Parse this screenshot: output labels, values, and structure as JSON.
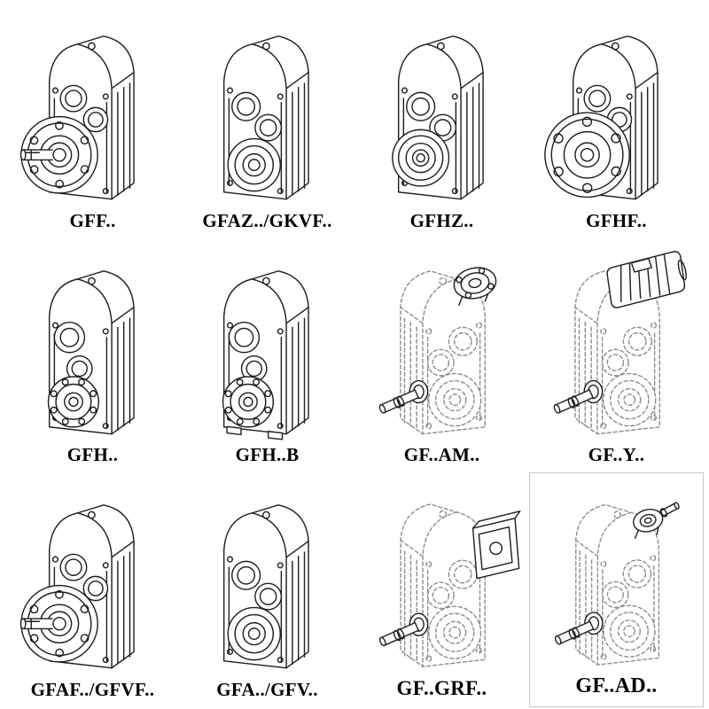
{
  "page": {
    "background": "#ffffff",
    "ink": "#1f1f1f",
    "dashed_ink": "#8d8d8d",
    "cell_border": "#c9c9c9"
  },
  "grid": {
    "items": [
      {
        "label": "GFF..",
        "icon": "gearbox-output-flange-with-shaft-drawing",
        "variant": {
          "view": "left",
          "front": "flange-shaft",
          "top": null,
          "dashed": false,
          "feet": false,
          "shaft": false
        }
      },
      {
        "label": "GFAZ../GKVF..",
        "icon": "gearbox-hollow-output-shaft-drawing",
        "variant": {
          "view": "left",
          "front": "hub",
          "top": null,
          "dashed": false,
          "feet": false,
          "shaft": false
        }
      },
      {
        "label": "GFHZ..",
        "icon": "gearbox-shrink-disc-hollow-shaft-drawing",
        "variant": {
          "view": "left",
          "front": "hub2",
          "top": null,
          "dashed": false,
          "feet": false,
          "shaft": false
        }
      },
      {
        "label": "GFHF..",
        "icon": "gearbox-large-output-flange-drawing",
        "variant": {
          "view": "left",
          "front": "flange",
          "top": null,
          "dashed": false,
          "feet": false,
          "shaft": false
        }
      },
      {
        "label": "GFH..",
        "icon": "gearbox-hollow-shaft-bearing-drawing",
        "variant": {
          "view": "left",
          "front": "bearing",
          "top": null,
          "dashed": false,
          "feet": false,
          "shaft": false
        }
      },
      {
        "label": "GFH..B",
        "icon": "gearbox-hollow-shaft-foot-mount-drawing",
        "variant": {
          "view": "left",
          "front": "bearing",
          "top": null,
          "dashed": false,
          "feet": true,
          "shaft": false
        }
      },
      {
        "label": "GF..AM..",
        "icon": "gearbox-motor-adapter-flange-drawing",
        "variant": {
          "view": "right",
          "front": "hub",
          "top": "adapter-flange",
          "dashed": true,
          "feet": false,
          "shaft": true
        }
      },
      {
        "label": "GF..Y..",
        "icon": "gearbox-with-mounted-motor-drawing",
        "variant": {
          "view": "right",
          "front": "hub",
          "top": "motor",
          "dashed": true,
          "feet": false,
          "shaft": true
        }
      },
      {
        "label": "GFAF../GFVF..",
        "icon": "gearbox-output-flange-with-shaft-drawing",
        "variant": {
          "view": "left",
          "front": "flange-shaft",
          "top": null,
          "dashed": false,
          "feet": false,
          "shaft": false
        }
      },
      {
        "label": "GFA../GFV..",
        "icon": "gearbox-hollow-output-shaft-drawing",
        "variant": {
          "view": "left",
          "front": "hub",
          "top": null,
          "dashed": false,
          "feet": false,
          "shaft": false
        }
      },
      {
        "label": "GF..GRF..",
        "icon": "gearbox-grf-input-housing-drawing",
        "variant": {
          "view": "right",
          "front": "hub",
          "top": "box",
          "dashed": true,
          "feet": false,
          "shaft": true
        }
      },
      {
        "label": "GF..AD..",
        "icon": "gearbox-input-shaft-adapter-drawing",
        "variant": {
          "view": "right",
          "front": "hub",
          "top": "input-shaft",
          "dashed": true,
          "feet": false,
          "shaft": true
        }
      }
    ]
  }
}
